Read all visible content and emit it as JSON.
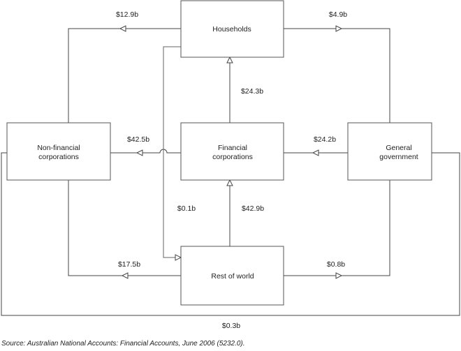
{
  "nodes": {
    "households": [
      "Households"
    ],
    "nonfinancial": [
      "Non-financial",
      "corporations"
    ],
    "financial": [
      "Financial",
      "corporations"
    ],
    "general_gov": [
      "General",
      "government"
    ],
    "rest_of_world": [
      "Rest of world"
    ]
  },
  "flows": {
    "households_to_nonfinancial": "$12.9b",
    "households_to_general_gov": "$4.9b",
    "financial_to_households": "$24.3b",
    "financial_to_nonfinancial": "$42.5b",
    "general_gov_to_financial": "$24.2b",
    "households_to_rest_of_world": "$0.1b",
    "rest_of_world_to_financial": "$42.9b",
    "rest_of_world_to_nonfinancial": "$17.5b",
    "rest_of_world_to_general_gov": "$0.8b",
    "general_gov_to_nonfinancial": "$0.3b"
  },
  "source": "Source: Australian National Accounts: Financial Accounts, June 2006 (5232.0)."
}
